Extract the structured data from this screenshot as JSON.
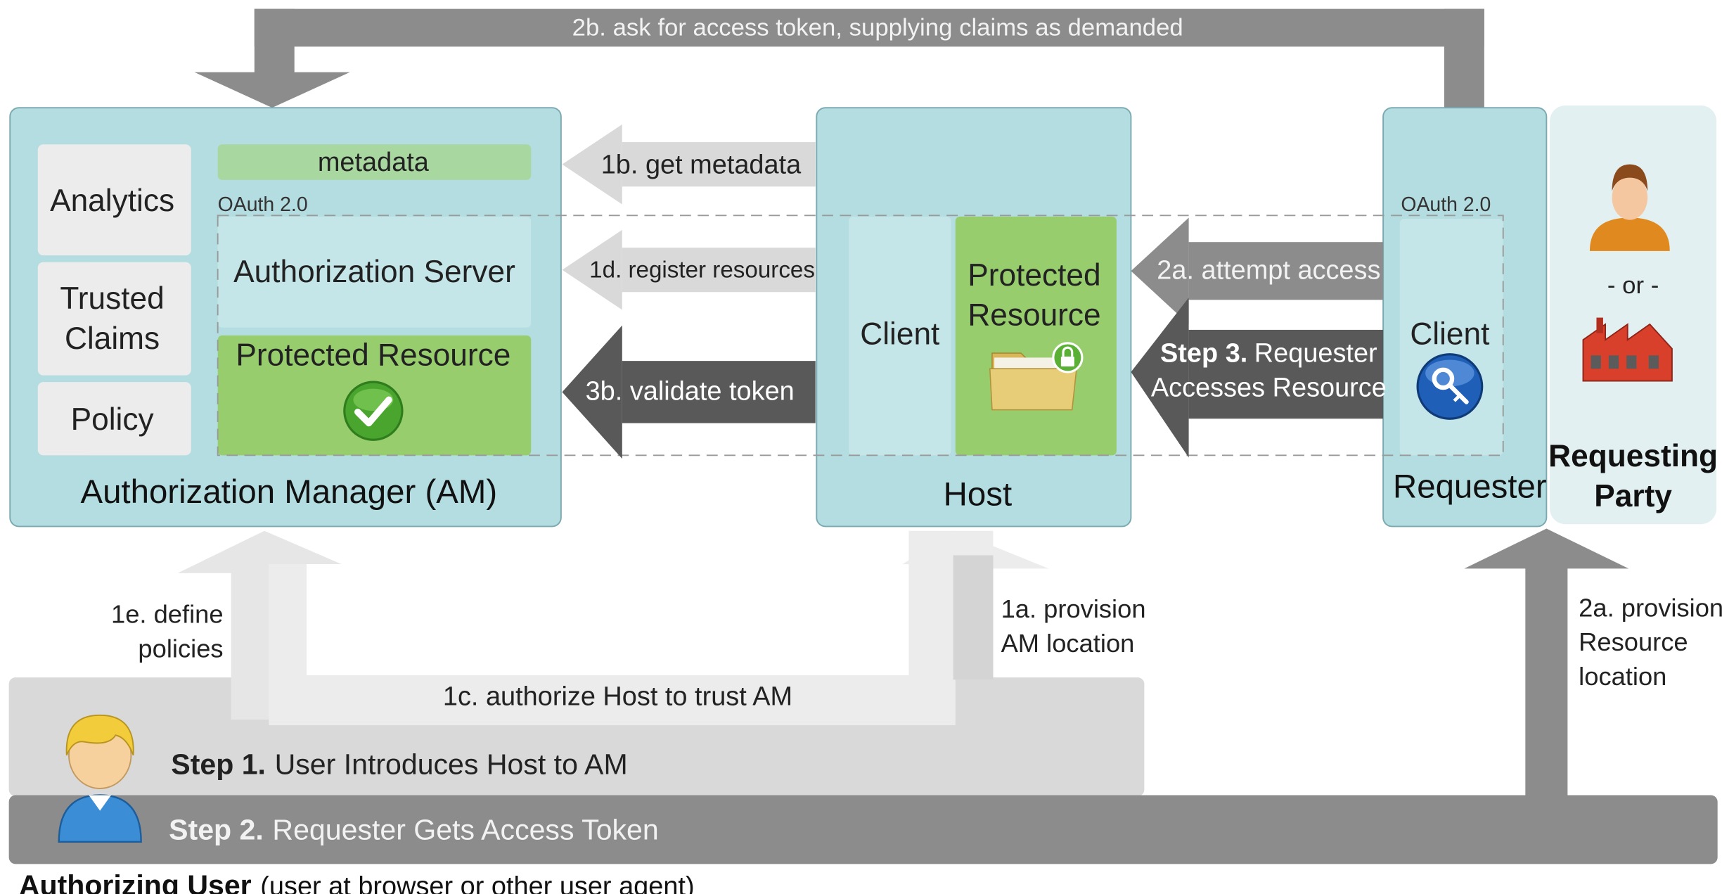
{
  "arrows": {
    "a2b": "2b. ask for access token, supplying claims as demanded",
    "a1b": "1b.  get metadata",
    "a1d": "1d.  register resources",
    "a3b": "3b. validate token",
    "a2a_attempt": "2a. attempt access",
    "step3_bold": "Step 3.",
    "step3_line1": "Requester",
    "step3_line2": "Accesses Resource",
    "a1e_line1": "1e. define",
    "a1e_line2": "policies",
    "a1c": "1c. authorize Host to trust AM",
    "a1a_line1": "1a. provision",
    "a1a_line2": "AM location",
    "a2a_prov_line1": "2a. provision",
    "a2a_prov_line2": "Resource",
    "a2a_prov_line3": "location"
  },
  "am": {
    "title": "Authorization Manager (AM)",
    "analytics": "Analytics",
    "trusted_line1": "Trusted",
    "trusted_line2": "Claims",
    "policy": "Policy",
    "metadata": "metadata",
    "oauth": "OAuth 2.0",
    "auth_server": "Authorization Server",
    "protected_resource": "Protected Resource"
  },
  "host": {
    "title": "Host",
    "client": "Client",
    "pr_line1": "Protected",
    "pr_line2": "Resource"
  },
  "requester": {
    "title": "Requester",
    "oauth": "OAuth 2.0",
    "client": "Client"
  },
  "requesting_party": {
    "or": "- or -",
    "line1": "Requesting",
    "line2": "Party"
  },
  "steps": {
    "step1_bold": "Step 1.",
    "step1_text": "User Introduces Host to AM",
    "step2_bold": "Step 2.",
    "step2_text": "Requester Gets Access Token"
  },
  "footer": {
    "bold": "Authorizing User",
    "rest": "(user at browser or other user agent)"
  },
  "icons": [
    "user-icon",
    "factory-icon",
    "folder-lock-icon",
    "checkmark-icon",
    "key-icon",
    "authorizing-user-icon"
  ]
}
